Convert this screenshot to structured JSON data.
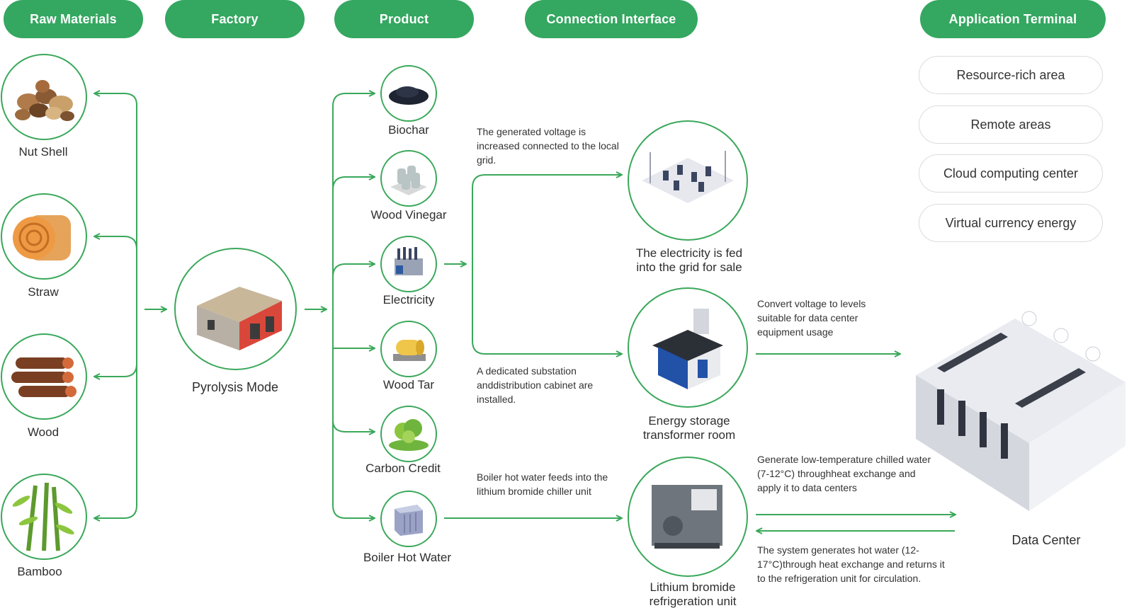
{
  "headers": {
    "raw_materials": "Raw Materials",
    "factory": "Factory",
    "product": "Product",
    "connection_interface": "Connection Interface",
    "application_terminal": "Application Terminal"
  },
  "raw_materials": [
    "Nut Shell",
    "Straw",
    "Wood",
    "Bamboo"
  ],
  "factory": {
    "label": "Pyrolysis Mode"
  },
  "products": [
    "Biochar",
    "Wood Vinegar",
    "Electricity",
    "Wood Tar",
    "Carbon Credit",
    "Boiler Hot Water"
  ],
  "connection": {
    "grid": {
      "label_line1": "The electricity is fed",
      "label_line2": "into the grid for sale",
      "note": "The generated voltage is increased connected to the local grid."
    },
    "storage": {
      "label_line1": "Energy storage",
      "label_line2": "transformer room",
      "note": "A dedicated substation anddistribution cabinet are installed.",
      "out_note": "Convert voltage to levels suitable for data center equipment usage"
    },
    "chiller": {
      "label_line1": "Lithium bromide",
      "label_line2": "refrigeration unit",
      "note": "Boiler hot water feeds into the lithium bromide chiller unit",
      "out_note": "Generate low-temperature chilled water (7-12°C) throughheat exchange and apply it to data centers",
      "return_note": "The system generates hot water (12-17°C)through heat exchange and returns it to the refrigeration unit for circulation."
    }
  },
  "terminals": [
    "Resource-rich area",
    "Remote areas",
    "Cloud computing center",
    "Virtual currency energy"
  ],
  "data_center": {
    "label": "Data Center"
  },
  "colors": {
    "accent": "#34a760",
    "line": "#3aa85a"
  }
}
